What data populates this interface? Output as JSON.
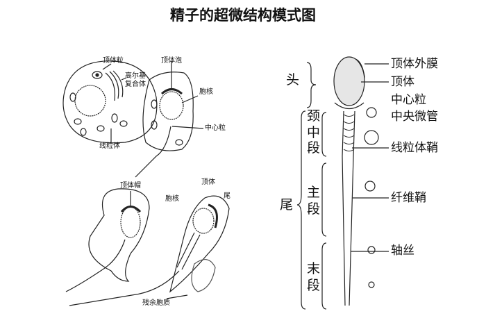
{
  "title": "精子的超微结构模式图",
  "left_labels": {
    "acrosomal_granule": "顶体粒",
    "golgi_1": "高尔基",
    "golgi_2": "复合体",
    "mitochondria": "线粒体",
    "acrosomal_vesicle": "顶体泡",
    "nucleus_1": "胞核",
    "centriole": "中心粒",
    "acrosomal_cap": "顶体帽",
    "nucleus_2": "胞核",
    "acrosome": "顶体",
    "tail": "尾",
    "residual_cytoplasm": "残余胞质"
  },
  "right_regions": {
    "head": "头",
    "neck": "颈",
    "middle_1": "中",
    "middle_2": "段",
    "tail": "尾",
    "principal_1": "主",
    "principal_2": "段",
    "end_1": "末",
    "end_2": "段"
  },
  "right_labels": {
    "outer_acrosomal_membrane": "顶体外膜",
    "acrosome": "顶体",
    "centriole": "中心粒",
    "central_microtubule": "中央微管",
    "mitochondrial_sheath": "线粒体鞘",
    "fibrous_sheath": "纤维鞘",
    "axoneme": "轴丝"
  }
}
